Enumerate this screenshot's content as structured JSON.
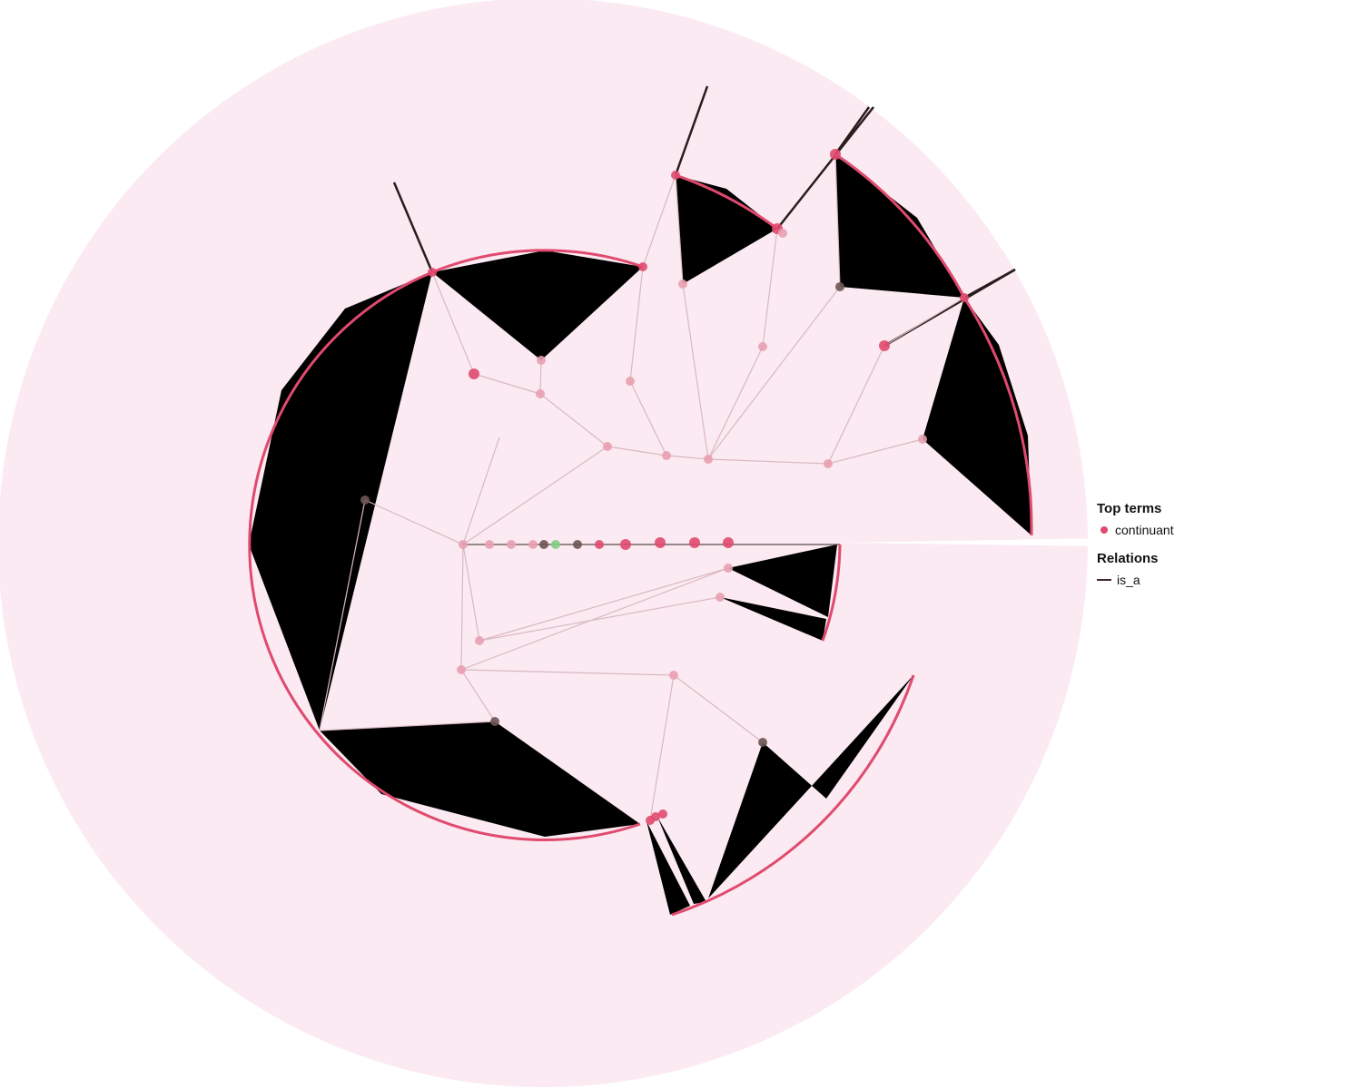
{
  "legend": {
    "top_terms_title": "Top terms",
    "top_terms": [
      {
        "label": "continuant",
        "color": "#e04a6f"
      }
    ],
    "relations_title": "Relations",
    "relations": [
      {
        "label": "is_a",
        "color": "#3a2a2a"
      }
    ]
  },
  "colors": {
    "background_disc": "#fbeaf1",
    "node": "#e04a6f",
    "node_faded": "#e8a0b1",
    "node_green": "#7fcf7f",
    "node_dark": "#6e5555",
    "edge_fan": "#000000",
    "edge_light": "#d9b8c2",
    "ring_arc": "#e04a6f"
  }
}
